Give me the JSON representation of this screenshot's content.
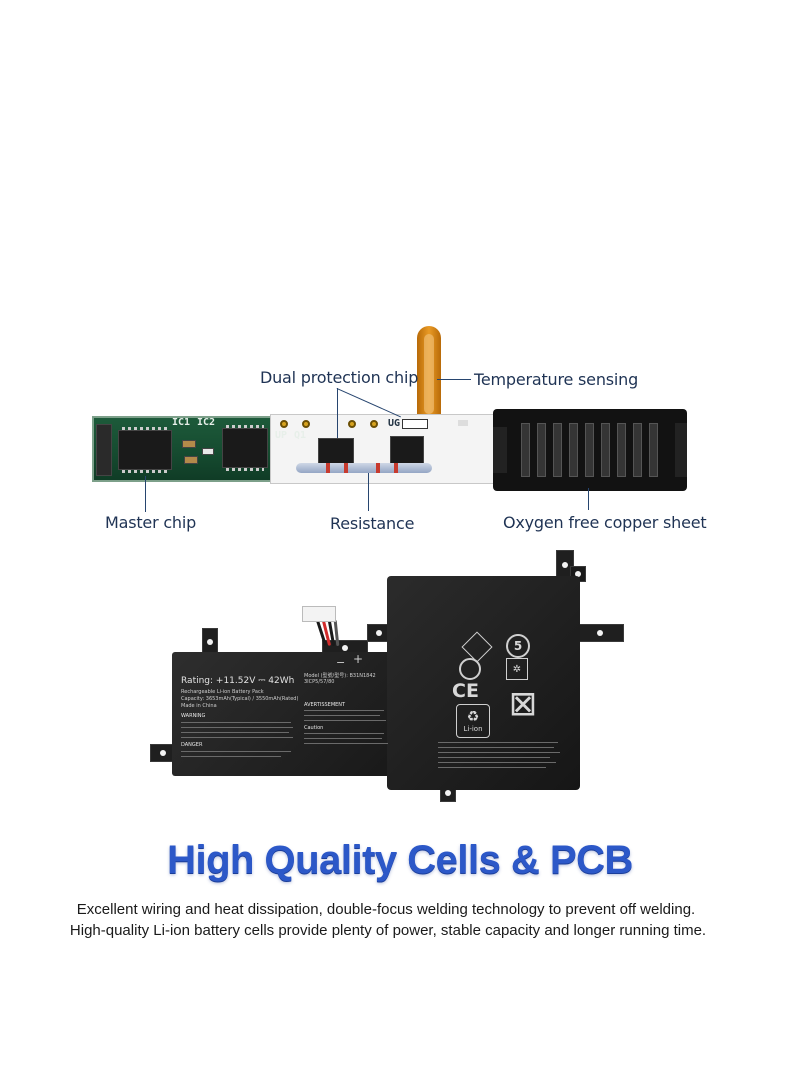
{
  "pcb_labels": {
    "dual_protection_chip": "Dual protection chip",
    "temperature_sensing": "Temperature sensing",
    "master_chip": "Master chip",
    "resistance": "Resistance",
    "oxygen_free_copper_sheet": "Oxygen free copper sheet"
  },
  "pcb_silkscreen": {
    "ic1": "IC1",
    "ic2": "IC2",
    "ug": "UG",
    "up": "UP",
    "q1": "Q1"
  },
  "battery_label": {
    "rating": "Rating: +11.52V ⎓ 42Wh",
    "pack": "Rechargeable Li-ion Battery Pack",
    "capacity": "Capacity: 3653mAh(Typical) / 3550mAh(Rated)",
    "made_in": "Made in China",
    "model": "Model (型號/型号): B31N1842",
    "cells": "3ICP5/57/80",
    "warning_title": "WARNING",
    "caution_title": "Caution",
    "avertissement": "AVERTISSEMENT",
    "danger": "DANGER",
    "li_ion": "Li-ion",
    "ce_mark": "CE",
    "rohs_number": "5",
    "plus": "+",
    "minus": "−"
  },
  "colors": {
    "headline": "#2c58c8",
    "label_text": "#1f3354",
    "pcb_green": "#1d5a3a"
  },
  "content": {
    "headline": "High Quality Cells & PCB",
    "line1": "Excellent wiring and heat dissipation, double-focus welding technology to prevent off welding.",
    "line2": "High-quality Li-ion battery cells provide plenty of power, stable capacity and longer running time."
  }
}
